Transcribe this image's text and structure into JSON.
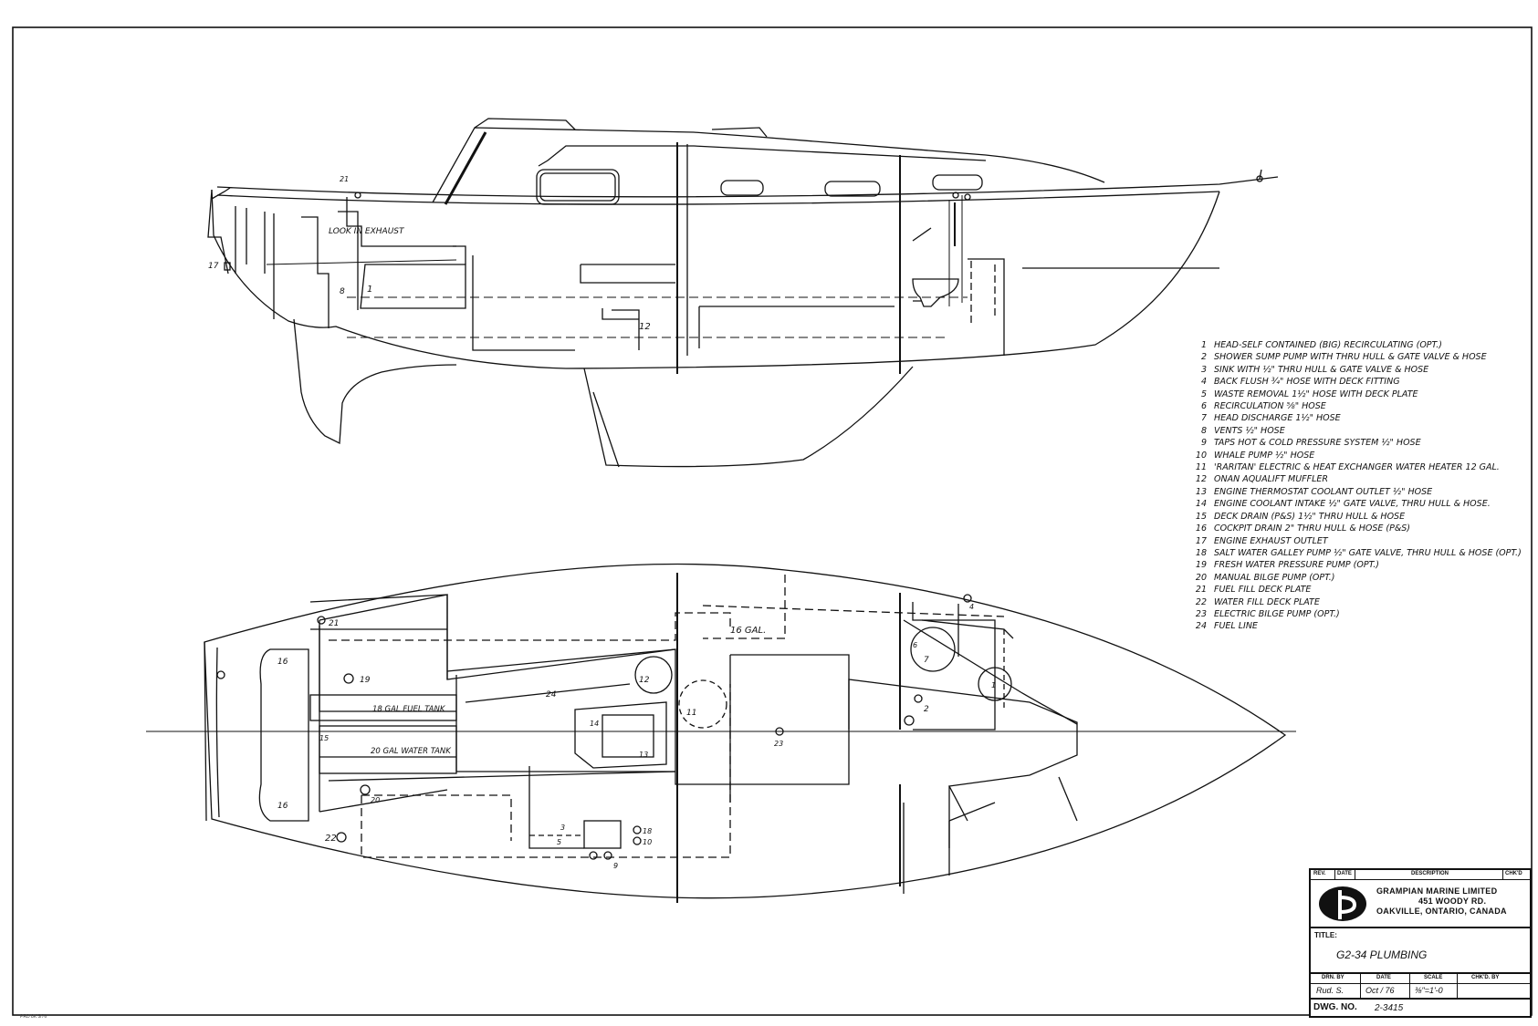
{
  "profile_labels": {
    "cook_in_exhaust": "LOOK IN EXHAUST",
    "n17": "17",
    "n21": "21",
    "n8": "8",
    "n1": "1",
    "n12": "12"
  },
  "plan_labels": {
    "tank_gal": "16 GAL.",
    "fuel_tank": "18 GAL FUEL TANK",
    "water_tank": "20 GAL WATER TANK",
    "n21": "21",
    "n16a": "16",
    "n16b": "16",
    "n19": "19",
    "n12": "12",
    "n24": "24",
    "n11": "11",
    "n14": "14",
    "n13": "13",
    "n23": "23",
    "n15": "15",
    "n20": "20",
    "n22": "22",
    "n3": "3",
    "n5": "5",
    "n18": "18",
    "n10": "10",
    "n9": "9",
    "n6": "6",
    "n7": "7",
    "n1": "1",
    "n2": "2",
    "n4": "4"
  },
  "legend": [
    {
      "num": "1",
      "text": "HEAD-SELF CONTAINED (BIG) RECIRCULATING (OPT.)"
    },
    {
      "num": "2",
      "text": "SHOWER SUMP PUMP WITH THRU HULL & GATE VALVE & HOSE"
    },
    {
      "num": "3",
      "text": "SINK WITH ½\" THRU HULL & GATE VALVE & HOSE"
    },
    {
      "num": "4",
      "text": "BACK FLUSH ¾\" HOSE WITH DECK FITTING"
    },
    {
      "num": "5",
      "text": "WASTE REMOVAL 1½\" HOSE WITH DECK PLATE"
    },
    {
      "num": "6",
      "text": "RECIRCULATION ⅝\" HOSE"
    },
    {
      "num": "7",
      "text": "HEAD DISCHARGE 1½\" HOSE"
    },
    {
      "num": "8",
      "text": "VENTS ½\" HOSE"
    },
    {
      "num": "9",
      "text": "TAPS HOT & COLD PRESSURE SYSTEM ½\" HOSE"
    },
    {
      "num": "10",
      "text": "WHALE PUMP ½\" HOSE"
    },
    {
      "num": "11",
      "text": "'RARITAN' ELECTRIC & HEAT EXCHANGER WATER HEATER 12 GAL."
    },
    {
      "num": "12",
      "text": "ONAN AQUALIFT MUFFLER"
    },
    {
      "num": "13",
      "text": "ENGINE THERMOSTAT COOLANT OUTLET ½\" HOSE"
    },
    {
      "num": "14",
      "text": "ENGINE COOLANT INTAKE ½\" GATE VALVE, THRU HULL & HOSE."
    },
    {
      "num": "15",
      "text": "DECK DRAIN (P&S) 1½\" THRU HULL & HOSE"
    },
    {
      "num": "16",
      "text": "COCKPIT DRAIN 2\" THRU HULL & HOSE (P&S)"
    },
    {
      "num": "17",
      "text": "ENGINE EXHAUST OUTLET"
    },
    {
      "num": "18",
      "text": "SALT WATER GALLEY PUMP ½\" GATE VALVE, THRU HULL & HOSE (OPT.)"
    },
    {
      "num": "19",
      "text": "FRESH WATER PRESSURE PUMP (OPT.)"
    },
    {
      "num": "20",
      "text": "MANUAL BILGE PUMP (OPT.)"
    },
    {
      "num": "21",
      "text": "FUEL FILL DECK PLATE"
    },
    {
      "num": "22",
      "text": "WATER FILL DECK PLATE"
    },
    {
      "num": "23",
      "text": "ELECTRIC BILGE PUMP (OPT.)"
    },
    {
      "num": "24",
      "text": "FUEL LINE"
    }
  ],
  "title_block": {
    "rev": "REV.",
    "date_hdr": "DATE",
    "description_hdr": "DESCRIPTION",
    "chk_hdr": "CHK'D",
    "company": "GRAMPIAN MARINE LIMITED",
    "address1": "451 WOODY RD.",
    "address2": "OAKVILLE, ONTARIO, CANADA",
    "title_label": "TITLE:",
    "title": "G2-34 PLUMBING",
    "drn_by_hdr": "DRN. BY",
    "date_col_hdr": "DATE",
    "scale_hdr": "SCALE",
    "chkd_by_hdr": "CHK'D. BY",
    "drn_by": "Rud. S.",
    "date": "Oct / 76",
    "scale": "⅜\"=1'-0",
    "dwg_no_label": "DWG. NO.",
    "dwg_no": "2-3415"
  },
  "footer_caption": "PRD 8K 5/76"
}
